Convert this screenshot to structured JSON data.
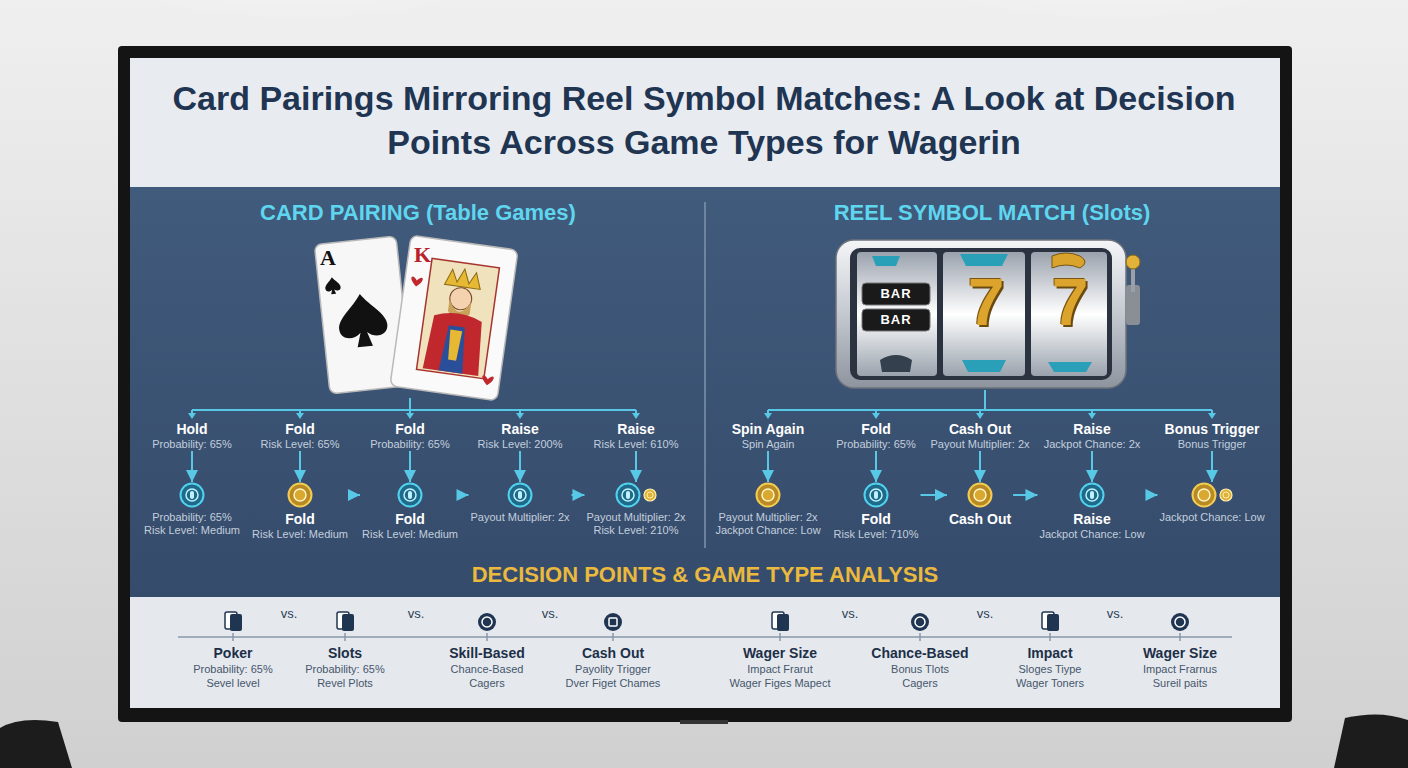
{
  "diagram": {
    "title": "Card Pairings Mirroring Reel Symbol Matches: A Look at Decision Points Across Game Types for Wagerin",
    "nodes": [
      {
        "text": [
          "Hold",
          "Probability: 65%"
        ]
      },
      {
        "text": [
          "Fold",
          "Risk Level: 65%"
        ]
      },
      {
        "text": [
          "Fold",
          "Probability: 65%"
        ]
      },
      {
        "text": [
          "Raise",
          "Risk Level: 200%"
        ]
      },
      {
        "text": [
          "Raise",
          "Risk Level: 610%"
        ]
      },
      {
        "text": [
          "Probability: 65%",
          "Risk Level: Medium"
        ]
      },
      {
        "text": [
          "Fold",
          "Risk Level: Medium"
        ]
      },
      {
        "text": [
          "Fold",
          "Risk Level: Medium"
        ]
      },
      {
        "text": [
          "Payout Multiplier: 2x"
        ]
      },
      {
        "text": [
          "Payout Multiplier: 2x",
          "Risk Level: 210%"
        ]
      },
      {
        "text": [
          "Spin Again",
          "Spin Again"
        ]
      },
      {
        "text": [
          "Fold",
          "Probability: 65%"
        ]
      },
      {
        "text": [
          "Cash Out",
          "Payout Multiplier: 2x"
        ]
      },
      {
        "text": [
          "Raise",
          "Jackpot Chance: 2x"
        ]
      },
      {
        "text": [
          "Bonus Trigger",
          "Bonus Trigger"
        ]
      },
      {
        "text": [
          "Payout Multiplier: 2x",
          "Jackpot Chance: Low"
        ]
      },
      {
        "text": [
          "Fold",
          "Risk Level: 710%"
        ]
      },
      {
        "text": [
          "Cash Out"
        ]
      },
      {
        "text": [
          "Raise",
          "Jackpot Chance: Low"
        ]
      },
      {
        "text": [
          "Jackpot Chance: Low"
        ]
      }
    ],
    "edges": [
      {
        "from": 0,
        "to": 5,
        "arrow": "to"
      },
      {
        "from": 1,
        "to": 6,
        "arrow": "to"
      },
      {
        "from": 2,
        "to": 7,
        "arrow": "to"
      },
      {
        "from": 3,
        "to": 8,
        "arrow": "to"
      },
      {
        "from": 4,
        "to": 9,
        "arrow": "to"
      },
      {
        "from": 6,
        "to": 7,
        "arrow": "to"
      },
      {
        "from": 7,
        "to": 8,
        "arrow": "to"
      },
      {
        "from": 8,
        "to": 9,
        "arrow": "to"
      },
      {
        "from": 10,
        "to": 15,
        "arrow": "to"
      },
      {
        "from": 11,
        "to": 16,
        "arrow": "to"
      },
      {
        "from": 12,
        "to": 17,
        "arrow": "to"
      },
      {
        "from": 13,
        "to": 18,
        "arrow": "to"
      },
      {
        "from": 14,
        "to": 19,
        "arrow": "to"
      },
      {
        "from": 16,
        "to": 17,
        "arrow": "to"
      },
      {
        "from": 17,
        "to": 18,
        "arrow": "to"
      },
      {
        "from": 18,
        "to": 19,
        "arrow": "to"
      }
    ],
    "labels": [
      "CARD PAIRING (Table Games)",
      "A",
      "K",
      "REEL SYMBOL MATCH (Slots)",
      "BAR",
      "BAR",
      "7",
      "7",
      "DECISION POINTS & GAME TYPE ANALYSIS",
      "Poker",
      "Probability: 65%",
      "Sevel level",
      "vs.",
      "Slots",
      "Probability: 65%",
      "Revel Plots",
      "vs.",
      "Skill-Based",
      "Chance-Based",
      "Cagers",
      "vs.",
      "Cash Out",
      "Payolity Trigger",
      "Dver Figet Chames",
      "Wager Size",
      "Impact Frarut",
      "Wager Figes Mapect",
      "vs.",
      "Chance-Based",
      "Bonus Tlots",
      "Cagers",
      "vs.",
      "Impact",
      "Sloges Tiype",
      "Wager Toners",
      "vs.",
      "Wager Size",
      "Impact Frarnus",
      "Sureil paits"
    ]
  }
}
